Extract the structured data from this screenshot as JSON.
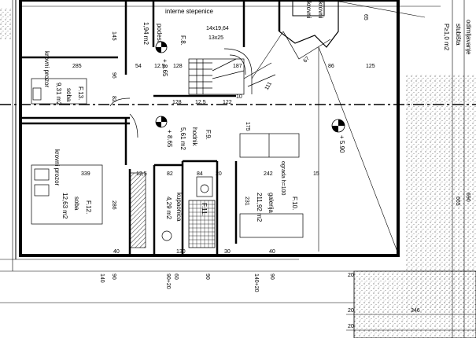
{
  "labels": {
    "stair_title": "interne stepenice",
    "stair_dims": "14x19,64",
    "stair_steps": "13x25",
    "f8_code": "F.8.",
    "f8_name": "podest",
    "f8_area": "1,94 m2",
    "level_865a": "+ 8.65",
    "f13_code": "F.13.",
    "f13_name": "soba",
    "f13_area": "9,31 m2",
    "f13_roof": "krovni prozor",
    "f9_code": "F.9.",
    "f9_name": "hodnik",
    "f9_area": "5,61 m2",
    "level_865b": "+ 8.65",
    "level_590": "+ 5.90",
    "f12_code": "F.12.",
    "f12_name": "soba",
    "f12_area": "12,63 m2",
    "f12_roof": "krovni prozor",
    "f11_code": "F.11.",
    "f11_name": "kupaonica",
    "f11_area": "4,29 m2",
    "f10_code": "F.10.",
    "f10_name": "galerija",
    "f10_area": "211,92 m2",
    "ograda": "ograda h=100",
    "odim_1": "odimljavanje",
    "odim_2": "stubišta",
    "odim_3": "P≥1,0 m2",
    "krovni_top": "krovni",
    "krovni_top2": "krovni",
    "prozor": "prozor"
  },
  "dims": {
    "d285": "285",
    "d145": "145",
    "d54": "54",
    "d125a": "12.5",
    "d128a": "128",
    "d187": "187",
    "d86": "86",
    "d125": "125",
    "d96": "96",
    "d82a": "82",
    "d128b": "128",
    "d125b": "12,5",
    "d122": "122",
    "d339": "339",
    "d125c": "12,5",
    "d82b": "82",
    "d84": "84",
    "d20a": "20",
    "d242": "242",
    "d15": "15",
    "d286": "286",
    "d231": "231",
    "d175": "175",
    "d65": "65",
    "d690": "690",
    "d20b": "20",
    "d346": "346",
    "d20c": "20",
    "d140a": "140",
    "d90a": "90",
    "d90b": "90+20",
    "d60": "60",
    "d90c": "90",
    "d140b": "140+20",
    "d90d": "90",
    "d30": "30",
    "d130": "130",
    "d40": "40",
    "d20d": "20",
    "d111": "111",
    "d67": "67",
    "d10": "10",
    "d665": "665"
  }
}
